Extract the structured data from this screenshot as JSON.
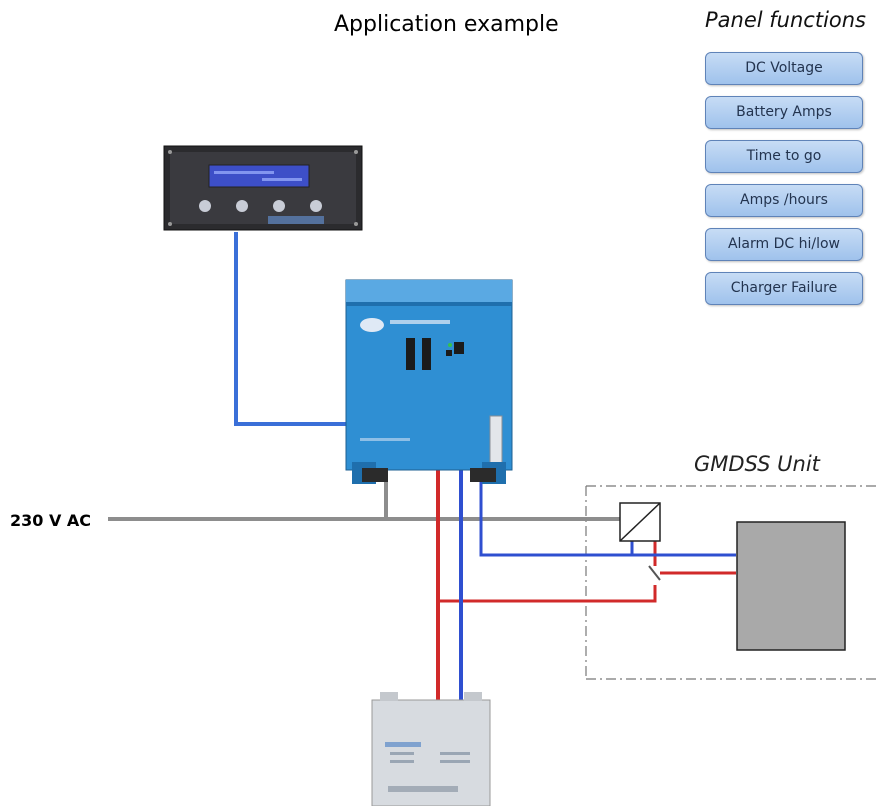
{
  "title": "Application example",
  "panel": {
    "title": "Panel functions",
    "functions": [
      "DC Voltage",
      "Battery Amps",
      "Time to go",
      "Amps /hours",
      "Alarm DC hi/low",
      "Charger Failure"
    ]
  },
  "gmdss": {
    "title": "GMDSS Unit"
  },
  "ac": {
    "label": "230 V AC"
  },
  "colors": {
    "positive_wire": "#d12a2a",
    "negative_wire": "#2f4fd0",
    "signal_wire": "#3a6fd8",
    "ac_wire": "#8d8d8d",
    "charger_body": "#2f8fd3",
    "panel_buttons": "#a9c9ef"
  },
  "icons": {
    "monitor": "battery-monitor-panel-icon",
    "charger": "battery-charger-icon",
    "battery": "battery-icon",
    "converter": "dc-converter-icon"
  }
}
